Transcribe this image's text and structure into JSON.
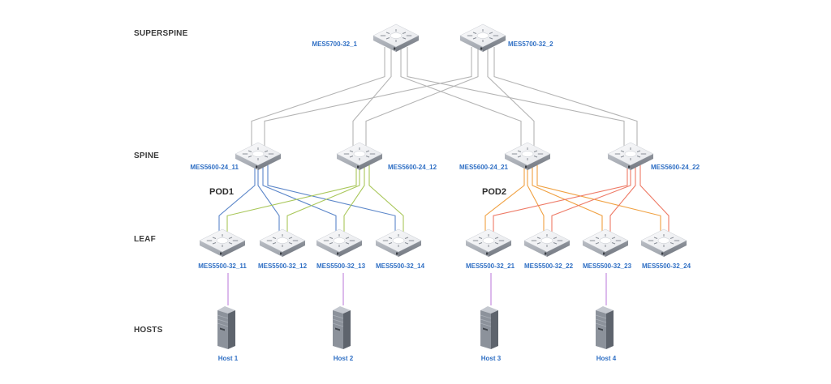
{
  "title": "Spine-Leaf network topology",
  "tiers": [
    "SUPERSPINE",
    "SPINE",
    "LEAF",
    "HOSTS"
  ],
  "pods": [
    "POD1",
    "POD2"
  ],
  "colors": {
    "label": "#2f6fc4",
    "tier_text": "#3a3a3a",
    "link_superspine": "#b4b4b4",
    "link_pod1_spine1": "#5b86c9",
    "link_pod1_spine2": "#a9c75a",
    "link_pod2_spine1": "#f0a040",
    "link_pod2_spine2": "#ee7a66",
    "link_host": "#c48be0"
  },
  "superspine": [
    {
      "id": "ss1",
      "label": "MES5700-32_1"
    },
    {
      "id": "ss2",
      "label": "MES5700-32_2"
    }
  ],
  "spine": [
    {
      "id": "sp11",
      "label": "MES5600-24_11",
      "pod": "POD1"
    },
    {
      "id": "sp12",
      "label": "MES5600-24_12",
      "pod": "POD1"
    },
    {
      "id": "sp21",
      "label": "MES5600-24_21",
      "pod": "POD2"
    },
    {
      "id": "sp22",
      "label": "MES5600-24_22",
      "pod": "POD2"
    }
  ],
  "leaf": [
    {
      "id": "lf11",
      "label": "MES5500-32_11"
    },
    {
      "id": "lf12",
      "label": "MES5500-32_12"
    },
    {
      "id": "lf13",
      "label": "MES5500-32_13"
    },
    {
      "id": "lf14",
      "label": "MES5500-32_14"
    },
    {
      "id": "lf21",
      "label": "MES5500-32_21"
    },
    {
      "id": "lf22",
      "label": "MES5500-32_22"
    },
    {
      "id": "lf23",
      "label": "MES5500-32_23"
    },
    {
      "id": "lf24",
      "label": "MES5500-32_24"
    }
  ],
  "hosts": [
    {
      "id": "h1",
      "label": "Host 1",
      "uplink": "lf11"
    },
    {
      "id": "h2",
      "label": "Host 2",
      "uplink": "lf13"
    },
    {
      "id": "h3",
      "label": "Host 3",
      "uplink": "lf21"
    },
    {
      "id": "h4",
      "label": "Host 4",
      "uplink": "lf23"
    }
  ],
  "links": {
    "superspine_spine": [
      [
        "ss1",
        "sp11"
      ],
      [
        "ss1",
        "sp12"
      ],
      [
        "ss1",
        "sp21"
      ],
      [
        "ss1",
        "sp22"
      ],
      [
        "ss2",
        "sp11"
      ],
      [
        "ss2",
        "sp12"
      ],
      [
        "ss2",
        "sp21"
      ],
      [
        "ss2",
        "sp22"
      ]
    ],
    "spine_leaf": [
      [
        "sp11",
        "lf11"
      ],
      [
        "sp11",
        "lf12"
      ],
      [
        "sp11",
        "lf13"
      ],
      [
        "sp11",
        "lf14"
      ],
      [
        "sp12",
        "lf11"
      ],
      [
        "sp12",
        "lf12"
      ],
      [
        "sp12",
        "lf13"
      ],
      [
        "sp12",
        "lf14"
      ],
      [
        "sp21",
        "lf21"
      ],
      [
        "sp21",
        "lf22"
      ],
      [
        "sp21",
        "lf23"
      ],
      [
        "sp21",
        "lf24"
      ],
      [
        "sp22",
        "lf21"
      ],
      [
        "sp22",
        "lf22"
      ],
      [
        "sp22",
        "lf23"
      ],
      [
        "sp22",
        "lf24"
      ]
    ]
  }
}
